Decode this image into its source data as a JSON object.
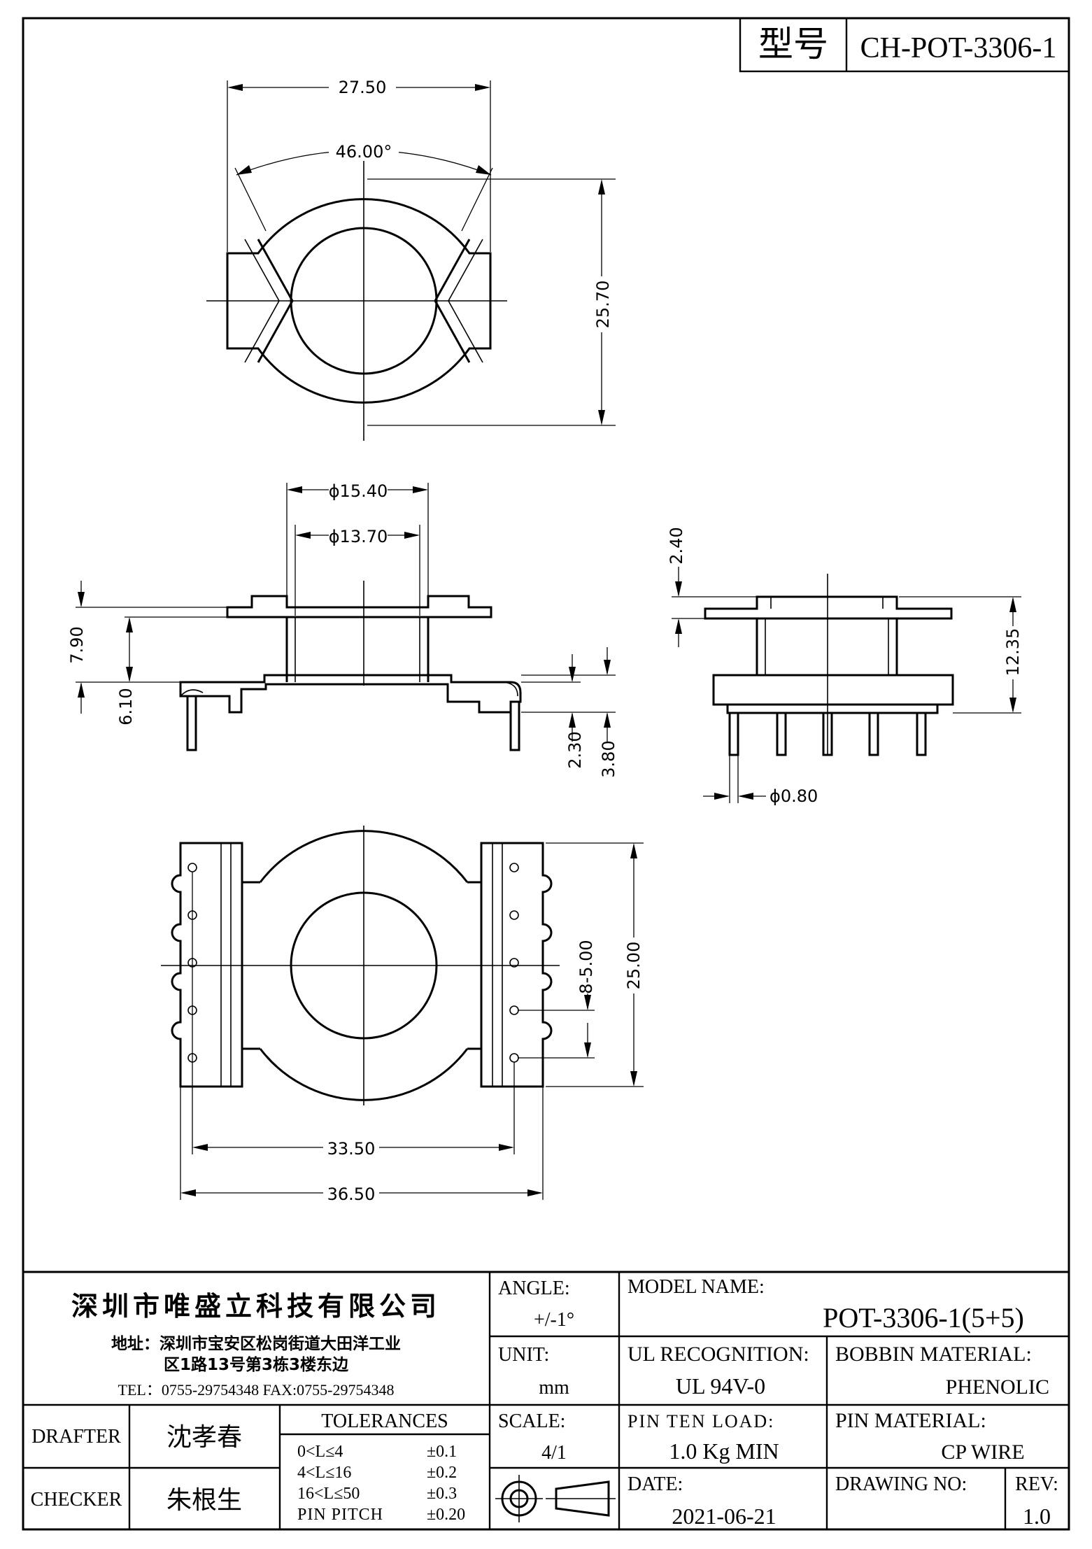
{
  "header": {
    "type_label": "型号",
    "model_code": "CH-POT-3306-1"
  },
  "dimensions": {
    "top_width": "27.50",
    "top_angle": "46.00°",
    "top_height": "25.70",
    "dia_outer": "ϕ15.40",
    "dia_inner": "ϕ13.70",
    "h_7_90": "7.90",
    "h_6_10": "6.10",
    "h_2_30": "2.30",
    "h_3_80": "3.80",
    "h_2_40": "2.40",
    "h_12_35": "12.35",
    "pin_dia": "ϕ0.80",
    "pitch": "8-5.00",
    "bottom_height": "25.00",
    "span_33_50": "33.50",
    "span_36_50": "36.50"
  },
  "title_block": {
    "company_name": "深圳市唯盛立科技有限公司",
    "address_line1": "地址：深圳市宝安区松岗街道大田洋工业",
    "address_line2": "区1路13号第3栋3楼东边",
    "contact": "TEL：0755-29754348   FAX:0755-29754348",
    "angle_label": "ANGLE:",
    "angle_value": "+/-1°",
    "unit_label": "UNIT:",
    "unit_value": "mm",
    "scale_label": "SCALE:",
    "scale_value": "4/1",
    "model_name_label": "MODEL NAME:",
    "model_name_value": "POT-3306-1(5+5)",
    "ul_label": "UL RECOGNITION:",
    "ul_value": "UL 94V-0",
    "bobbin_label": "BOBBIN MATERIAL:",
    "bobbin_value": "PHENOLIC",
    "pin_load_label": "PIN TEN LOAD:",
    "pin_load_value": "1.0 Kg MIN",
    "pin_material_label": "PIN MATERIAL:",
    "pin_material_value": "CP WIRE",
    "date_label": "DATE:",
    "date_value": "2021-06-21",
    "drawing_no_label": "DRAWING NO:",
    "rev_label": "REV:",
    "rev_value": "1.0",
    "drafter_label": "DRAFTER",
    "drafter_name": "沈孝春",
    "checker_label": "CHECKER",
    "checker_name": "朱根生",
    "tolerances_title": "TOLERANCES",
    "tolerances": [
      {
        "range": "0<L≤4",
        "value": "±0.1"
      },
      {
        "range": "4<L≤16",
        "value": "±0.2"
      },
      {
        "range": "16<L≤50",
        "value": "±0.3"
      },
      {
        "range": "PIN PITCH",
        "value": "±0.20"
      }
    ]
  }
}
